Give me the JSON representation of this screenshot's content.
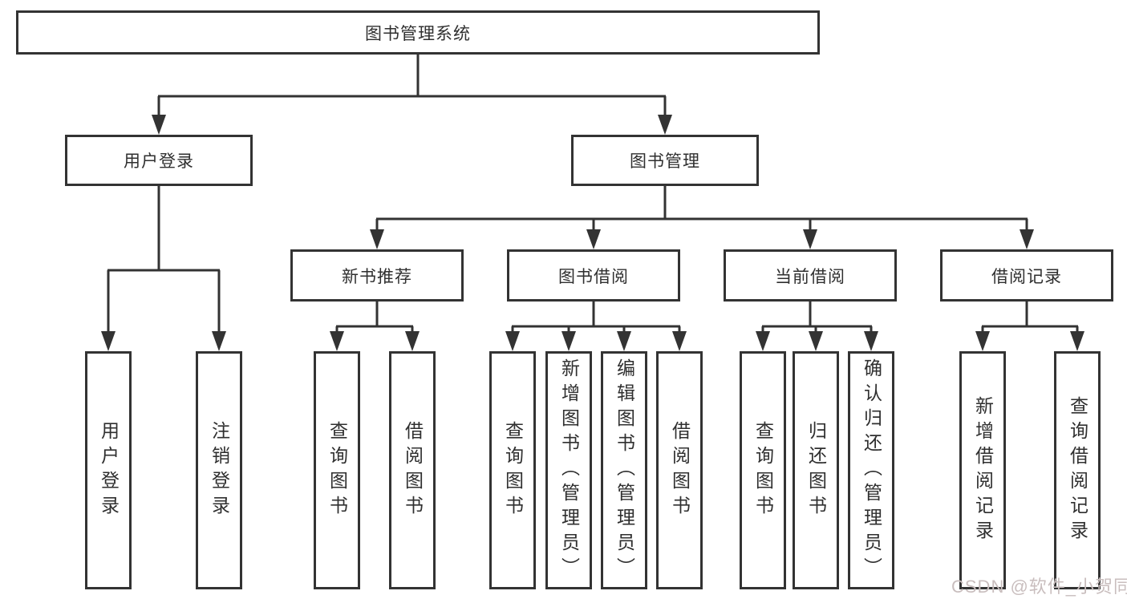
{
  "colors": {
    "line": "#333333",
    "node_border": "#333333",
    "node_text": "#2f2f2f",
    "background": "#ffffff",
    "watermark_text": "#c9bebe"
  },
  "nodes": {
    "root": "图书管理系统",
    "user_login": "用户登录",
    "book_mgmt": "图书管理",
    "new_book": "新书推荐",
    "book_borrow": "图书借阅",
    "current_borrow": "当前借阅",
    "borrow_records": "借阅记录",
    "leaf_user_login": "用户登录",
    "leaf_logout": "注销登录",
    "leaf_new_query": "查询图书",
    "leaf_new_borrow": "借阅图书",
    "leaf_bw_query": "查询图书",
    "leaf_bw_add": "新增图书（管理员）",
    "leaf_bw_edit": "编辑图书（管理员）",
    "leaf_bw_borrow": "借阅图书",
    "leaf_cur_query": "查询图书",
    "leaf_cur_return": "归还图书",
    "leaf_cur_confirm": "确认归还（管理员）",
    "leaf_rec_add": "新增借阅记录",
    "leaf_rec_query": "查询借阅记录"
  },
  "watermark": "CSDN @软件_小贺同学"
}
